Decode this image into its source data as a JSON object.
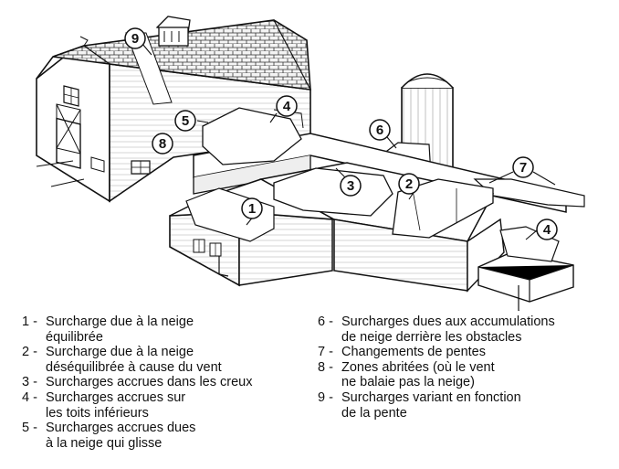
{
  "callouts": [
    "1",
    "2",
    "3",
    "4",
    "4",
    "5",
    "6",
    "7",
    "8",
    "9"
  ],
  "legend_left": [
    {
      "num": "1 -",
      "text": "Surcharge due à la neige\néquilibrée"
    },
    {
      "num": "2 -",
      "text": "Surcharge due à la neige\ndéséquilibrée à cause du vent"
    },
    {
      "num": "3 -",
      "text": "Surcharges accrues dans les creux"
    },
    {
      "num": "4 -",
      "text": "Surcharges accrues sur\nles toits inférieurs"
    },
    {
      "num": "5 -",
      "text": "Surcharges accrues dues\nà la neige qui glisse"
    }
  ],
  "legend_right": [
    {
      "num": "6 -",
      "text": "Surcharges dues aux accumulations\nde neige derrière les obstacles"
    },
    {
      "num": "7 -",
      "text": "Changements de pentes"
    },
    {
      "num": "8 -",
      "text": "Zones abritées (où le vent\nne balaie pas la neige)"
    },
    {
      "num": "9 -",
      "text": "Surcharges variant en fonction\nde la pente"
    }
  ]
}
